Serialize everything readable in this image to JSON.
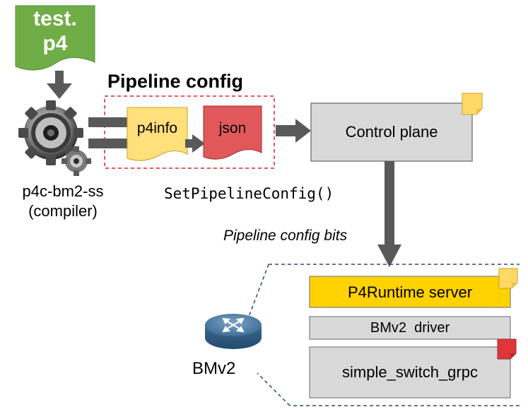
{
  "source_file": {
    "line1": "test.",
    "line2": "p4",
    "color": "#70AD47"
  },
  "pipeline_config": {
    "title": "Pipeline config",
    "border_color": "#E0202A"
  },
  "artifacts": {
    "p4info": {
      "label": "p4info",
      "color": "#FFE07A"
    },
    "json": {
      "label": "json",
      "color": "#E0585A"
    }
  },
  "compiler": {
    "name": "p4c-bm2-ss",
    "role": "(compiler)",
    "icon": "gear-icon"
  },
  "control_plane": {
    "label": "Control plane",
    "color": "#D9D9D9"
  },
  "rpc": {
    "call": "SetPipelineConfig()",
    "payload": "Pipeline config bits"
  },
  "switch": {
    "name": "BMv2",
    "icon": "router-icon",
    "layers": [
      {
        "label": "P4Runtime server",
        "color": "#FFD200"
      },
      {
        "label": "BMv2  driver",
        "color": "#D9D9D9"
      },
      {
        "label": "simple_switch_grpc",
        "color": "#D9D9D9"
      }
    ]
  },
  "colors": {
    "arrow": "#595959",
    "dashed_border": "#2E4A6B",
    "note_yellow": "#FFD966",
    "note_red": "#E0363A"
  }
}
